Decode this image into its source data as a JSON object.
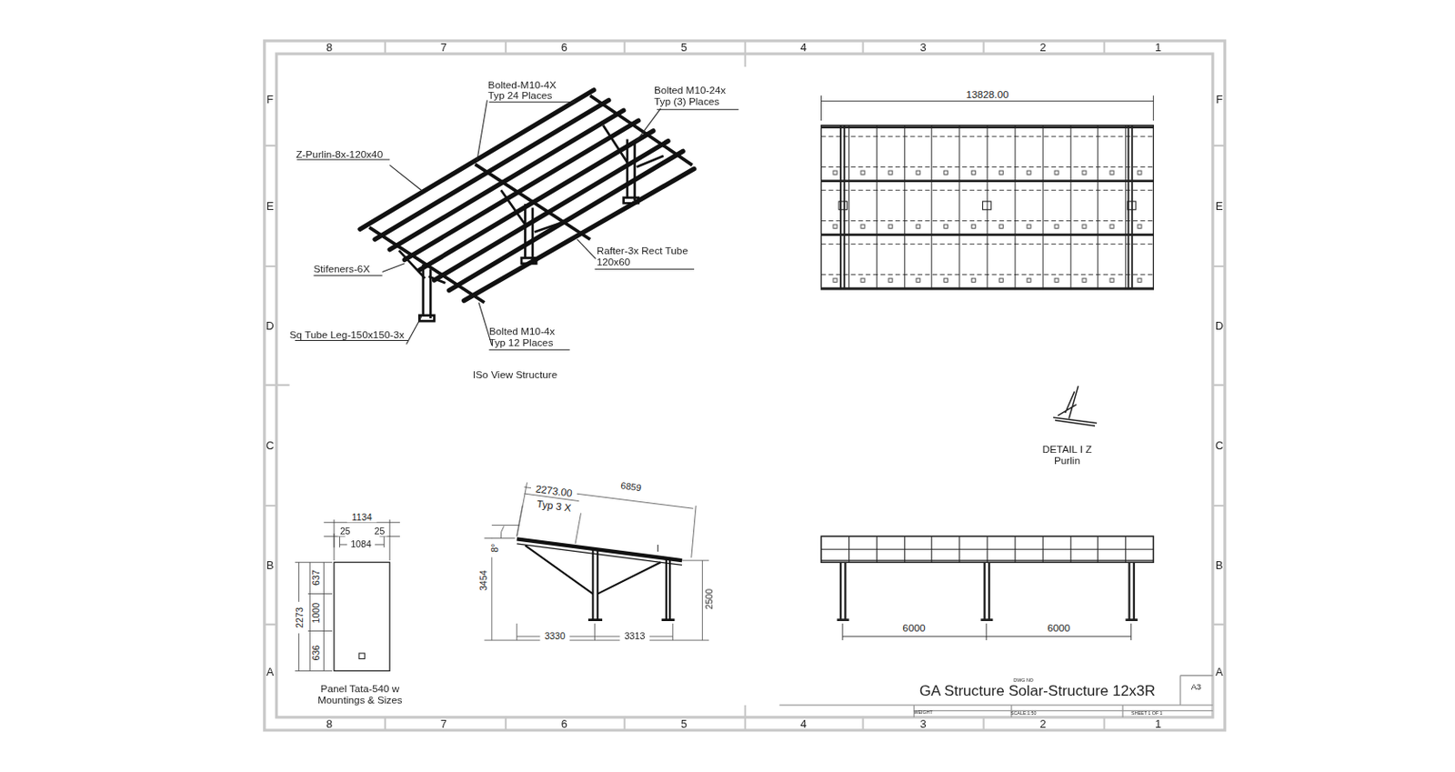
{
  "diagram": {
    "title": "GA Structure Solar-Structure 12x3R",
    "labels": [
      "8",
      "7",
      "6",
      "5",
      "4",
      "3",
      "2",
      "1",
      "8",
      "7",
      "6",
      "5",
      "4",
      "3",
      "2",
      "1",
      "F",
      "E",
      "D",
      "C",
      "B",
      "A",
      "F",
      "E",
      "D",
      "C",
      "B",
      "A",
      "Bolted-M10-4X Typ 24 Places",
      "Bolted M10-24x Typ (3) Places",
      "Z-Purlin-8x-120x40",
      "Rafter-3x Rect Tube 120x60",
      "Stifeners-6X",
      "Sq Tube Leg-150x150-3x",
      "Bolted M10-4x Typ 12 Places",
      "ISo View Structure",
      "13828.00",
      "DETAIL I Z Purlin",
      "6000",
      "6000",
      "1134",
      "25",
      "25",
      "1084",
      "2273",
      "637",
      "1000",
      "636",
      "Panel Tata-540 w Mountings & Sizes",
      "2273.00",
      "Typ 3 X",
      "6859",
      "8°",
      "3454",
      "2500",
      "3330",
      "3313",
      "I",
      "DWG NO",
      "WEIGHT",
      "SCALE:1:50",
      "SHEET 1 OF 1",
      "A3"
    ]
  }
}
